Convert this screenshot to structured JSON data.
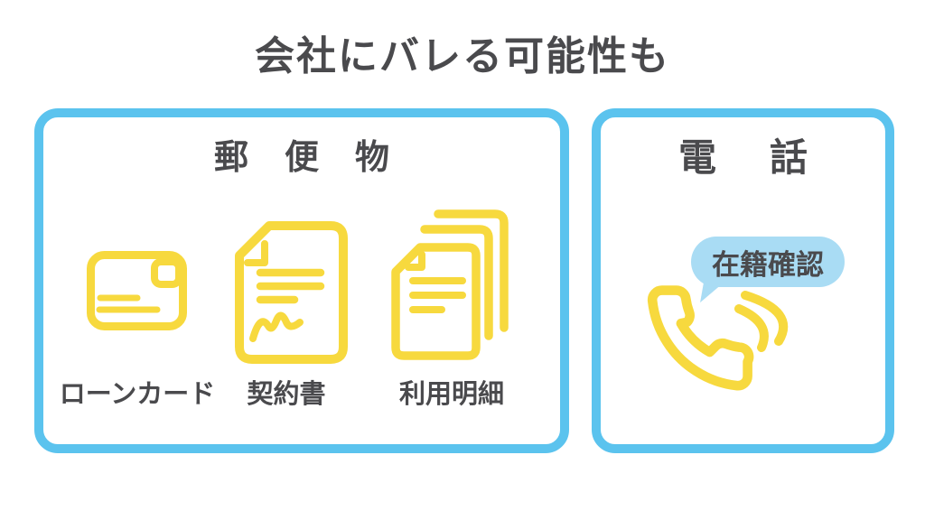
{
  "title": "会社にバレる可能性も",
  "colors": {
    "panel_border_blue": "#5bc3ee",
    "speech_bubble_blue": "#a9dcf4",
    "icon_yellow": "#f7d93e",
    "text_dark": "#4a4a4d",
    "background": "#ffffff"
  },
  "left_panel": {
    "header": "郵便物",
    "items": [
      {
        "icon": "envelope-icon",
        "label": "ローンカード"
      },
      {
        "icon": "contract-document-icon",
        "label": "契約書"
      },
      {
        "icon": "stacked-documents-icon",
        "label": "利用明細"
      }
    ]
  },
  "right_panel": {
    "header": "電話",
    "bubble_text": "在籍確認",
    "icon": "phone-handset-icon"
  }
}
